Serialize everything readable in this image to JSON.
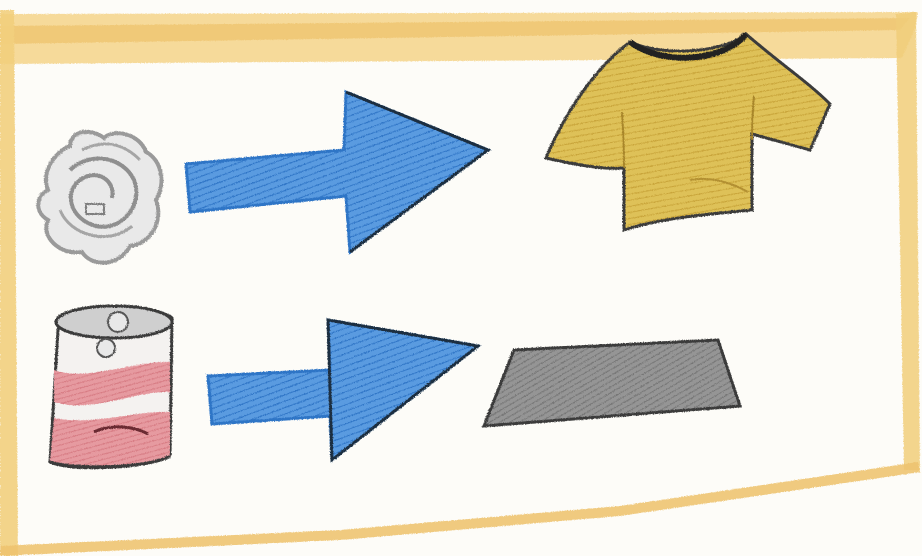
{
  "drawing": {
    "style": "crayon drawing on paper",
    "colors": {
      "paper": "#fdfcf8",
      "frame": "#f0c86a",
      "arrow": "#4d8fd6",
      "arrow_outline": "#1d2f3f",
      "shirt": "#d9b94a",
      "bar": "#8a8a8a",
      "ball": "#b4b4b4",
      "can_red": "#de8a8f",
      "outline": "#3a3a3a"
    },
    "rows": [
      {
        "input": "crumpled-paper-ball",
        "arrow": "arrow-right",
        "output": "t-shirt"
      },
      {
        "input": "soda-can",
        "arrow": "arrow-right",
        "output": "metal-bar"
      }
    ]
  }
}
